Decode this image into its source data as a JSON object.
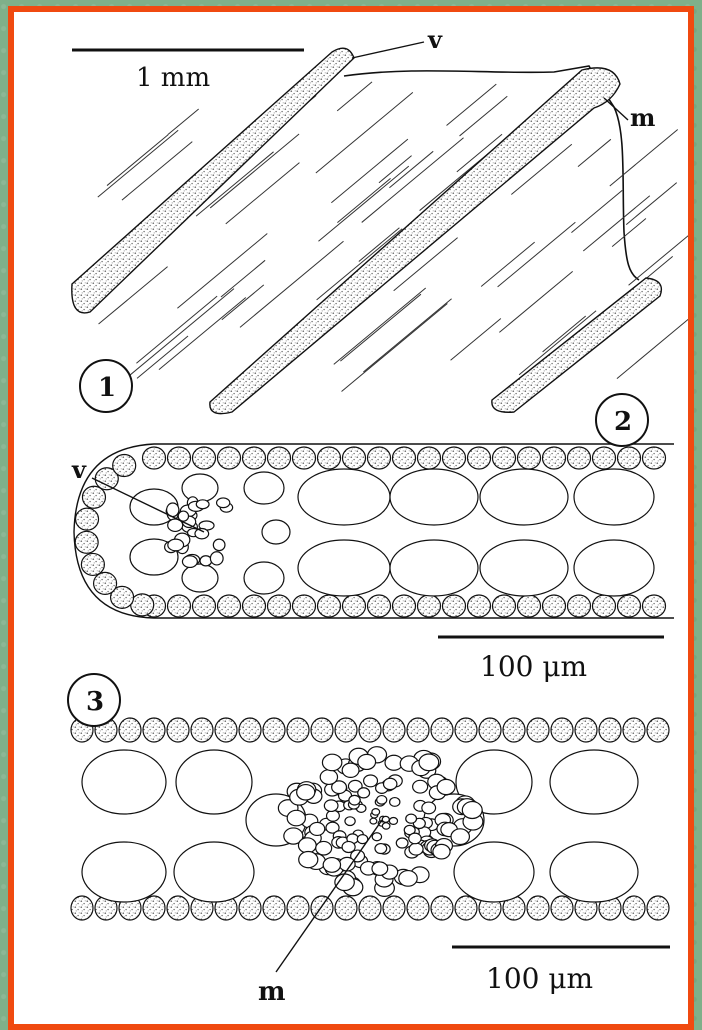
{
  "colors": {
    "frame": "#f04a10",
    "background": "#7fb08a",
    "ink": "#111111",
    "stipple": "#7a7a7a"
  },
  "figure1": {
    "number": "1",
    "scale_label": "1 mm",
    "label_v": "v",
    "label_m": "m"
  },
  "figure2": {
    "number": "2",
    "scale_label": "100 μm",
    "label_v": "v"
  },
  "figure3": {
    "number": "3",
    "scale_label": "100 μm",
    "label_m": "m"
  }
}
